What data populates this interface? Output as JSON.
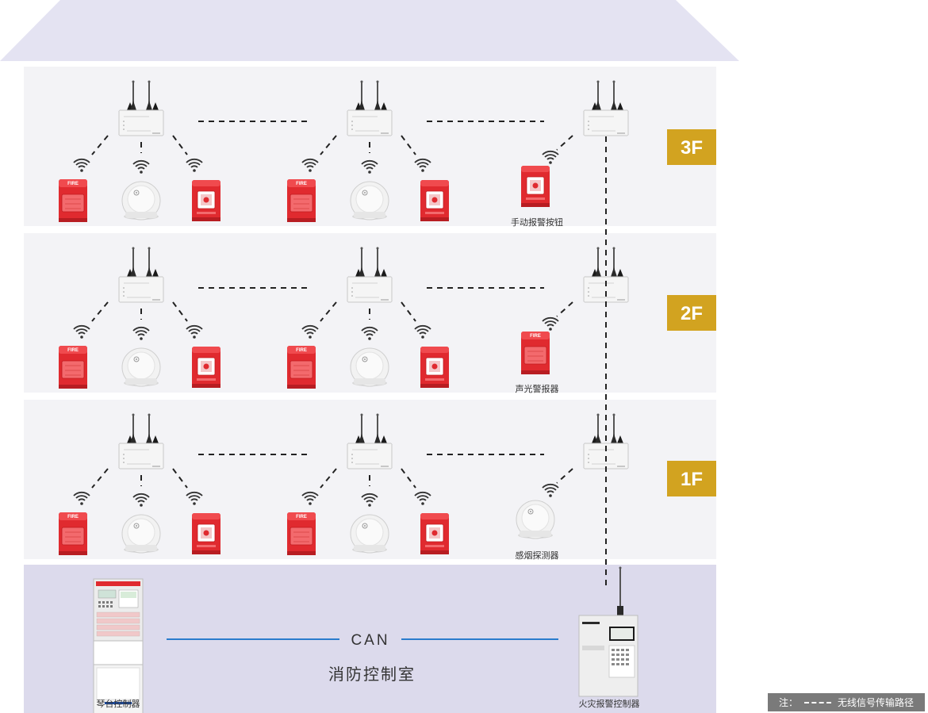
{
  "floors": [
    {
      "id": "3f",
      "label": "3F",
      "extra_device": "button",
      "extra_label": "手动报警按钮"
    },
    {
      "id": "2f",
      "label": "2F",
      "extra_device": "sounder",
      "extra_label": "声光警报器"
    },
    {
      "id": "1f",
      "label": "1F",
      "extra_device": "smoke",
      "extra_label": "感烟探测器"
    }
  ],
  "control_room": {
    "name": "消防控制室",
    "link_label": "CAN",
    "console_label": "琴台控制器",
    "panel_label": "火灾报警控制器"
  },
  "device_text": {
    "fire": "FIRE"
  },
  "legend": {
    "prefix": "注：",
    "text": "无线信号传输路径"
  },
  "colors": {
    "roof": "#e4e3f2",
    "floor_band": "#f3f3f6",
    "control_room": "#dcdaec",
    "floor_tag": "#d2a320",
    "can_line": "#2a7ccc",
    "device_red": "#e02a2f"
  }
}
